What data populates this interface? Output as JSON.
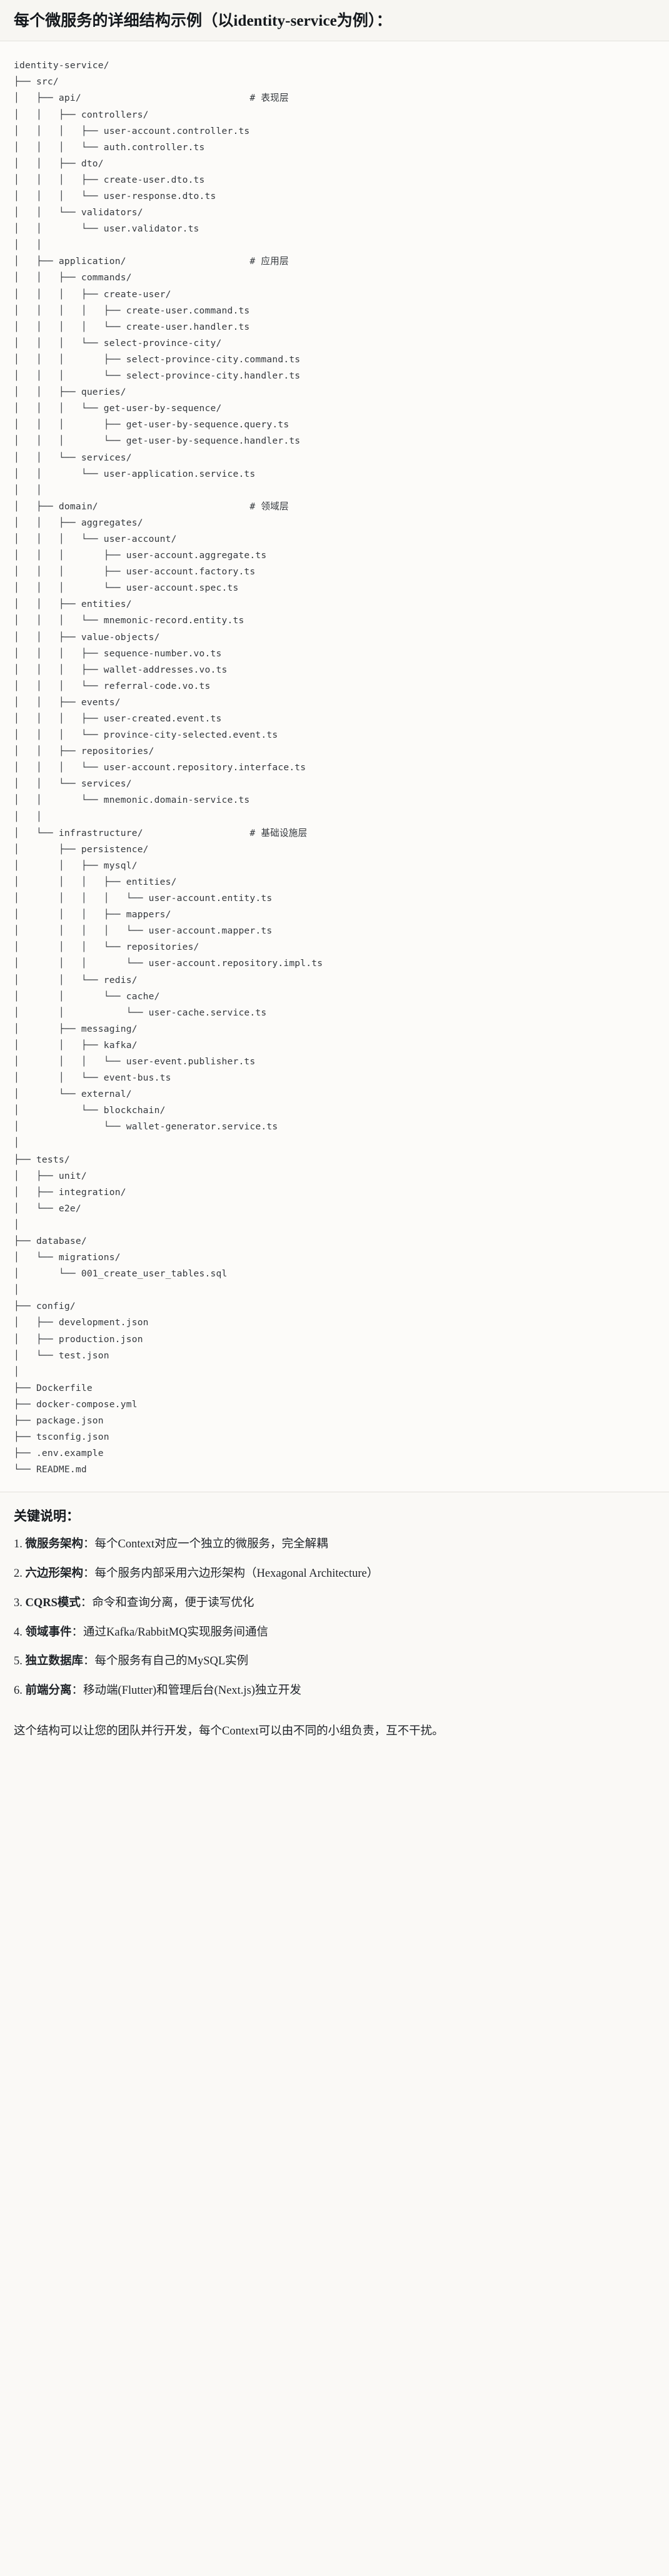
{
  "header": {
    "title": "每个微服务的详细结构示例（以identity-service为例）："
  },
  "tree": {
    "text": "identity-service/\n├── src/\n│   ├── api/                              # 表现层\n│   │   ├── controllers/\n│   │   │   ├── user-account.controller.ts\n│   │   │   └── auth.controller.ts\n│   │   ├── dto/\n│   │   │   ├── create-user.dto.ts\n│   │   │   └── user-response.dto.ts\n│   │   └── validators/\n│   │       └── user.validator.ts\n│   │\n│   ├── application/                      # 应用层\n│   │   ├── commands/\n│   │   │   ├── create-user/\n│   │   │   │   ├── create-user.command.ts\n│   │   │   │   └── create-user.handler.ts\n│   │   │   └── select-province-city/\n│   │   │       ├── select-province-city.command.ts\n│   │   │       └── select-province-city.handler.ts\n│   │   ├── queries/\n│   │   │   └── get-user-by-sequence/\n│   │   │       ├── get-user-by-sequence.query.ts\n│   │   │       └── get-user-by-sequence.handler.ts\n│   │   └── services/\n│   │       └── user-application.service.ts\n│   │\n│   ├── domain/                           # 领域层\n│   │   ├── aggregates/\n│   │   │   └── user-account/\n│   │   │       ├── user-account.aggregate.ts\n│   │   │       ├── user-account.factory.ts\n│   │   │       └── user-account.spec.ts\n│   │   ├── entities/\n│   │   │   └── mnemonic-record.entity.ts\n│   │   ├── value-objects/\n│   │   │   ├── sequence-number.vo.ts\n│   │   │   ├── wallet-addresses.vo.ts\n│   │   │   └── referral-code.vo.ts\n│   │   ├── events/\n│   │   │   ├── user-created.event.ts\n│   │   │   └── province-city-selected.event.ts\n│   │   ├── repositories/\n│   │   │   └── user-account.repository.interface.ts\n│   │   └── services/\n│   │       └── mnemonic.domain-service.ts\n│   │\n│   └── infrastructure/                   # 基础设施层\n│       ├── persistence/\n│       │   ├── mysql/\n│       │   │   ├── entities/\n│       │   │   │   └── user-account.entity.ts\n│       │   │   ├── mappers/\n│       │   │   │   └── user-account.mapper.ts\n│       │   │   └── repositories/\n│       │   │       └── user-account.repository.impl.ts\n│       │   └── redis/\n│       │       └── cache/\n│       │           └── user-cache.service.ts\n│       ├── messaging/\n│       │   ├── kafka/\n│       │   │   └── user-event.publisher.ts\n│       │   └── event-bus.ts\n│       └── external/\n│           └── blockchain/\n│               └── wallet-generator.service.ts\n│\n├── tests/\n│   ├── unit/\n│   ├── integration/\n│   └── e2e/\n│\n├── database/\n│   └── migrations/\n│       └── 001_create_user_tables.sql\n│\n├── config/\n│   ├── development.json\n│   ├── production.json\n│   └── test.json\n│\n├── Dockerfile\n├── docker-compose.yml\n├── package.json\n├── tsconfig.json\n├── .env.example\n└── README.md"
  },
  "notes": {
    "title": "关键说明：",
    "items": [
      {
        "num": "1.",
        "lead": "微服务架构",
        "sep": "：",
        "body": "每个Context对应一个独立的微服务，完全解耦"
      },
      {
        "num": "2.",
        "lead": "六边形架构",
        "sep": "：",
        "body": "每个服务内部采用六边形架构（Hexagonal Architecture）"
      },
      {
        "num": "3.",
        "lead": "CQRS模式",
        "sep": "：",
        "body": "命令和查询分离，便于读写优化"
      },
      {
        "num": "4.",
        "lead": "领域事件",
        "sep": "：",
        "body": "通过Kafka/RabbitMQ实现服务间通信"
      },
      {
        "num": "5.",
        "lead": "独立数据库",
        "sep": "：",
        "body": "每个服务有自己的MySQL实例"
      },
      {
        "num": "6.",
        "lead": "前端分离",
        "sep": "：",
        "body": "移动端(Flutter)和管理后台(Next.js)独立开发"
      }
    ],
    "closing": "这个结构可以让您的团队并行开发，每个Context可以由不同的小组负责，互不干扰。"
  }
}
